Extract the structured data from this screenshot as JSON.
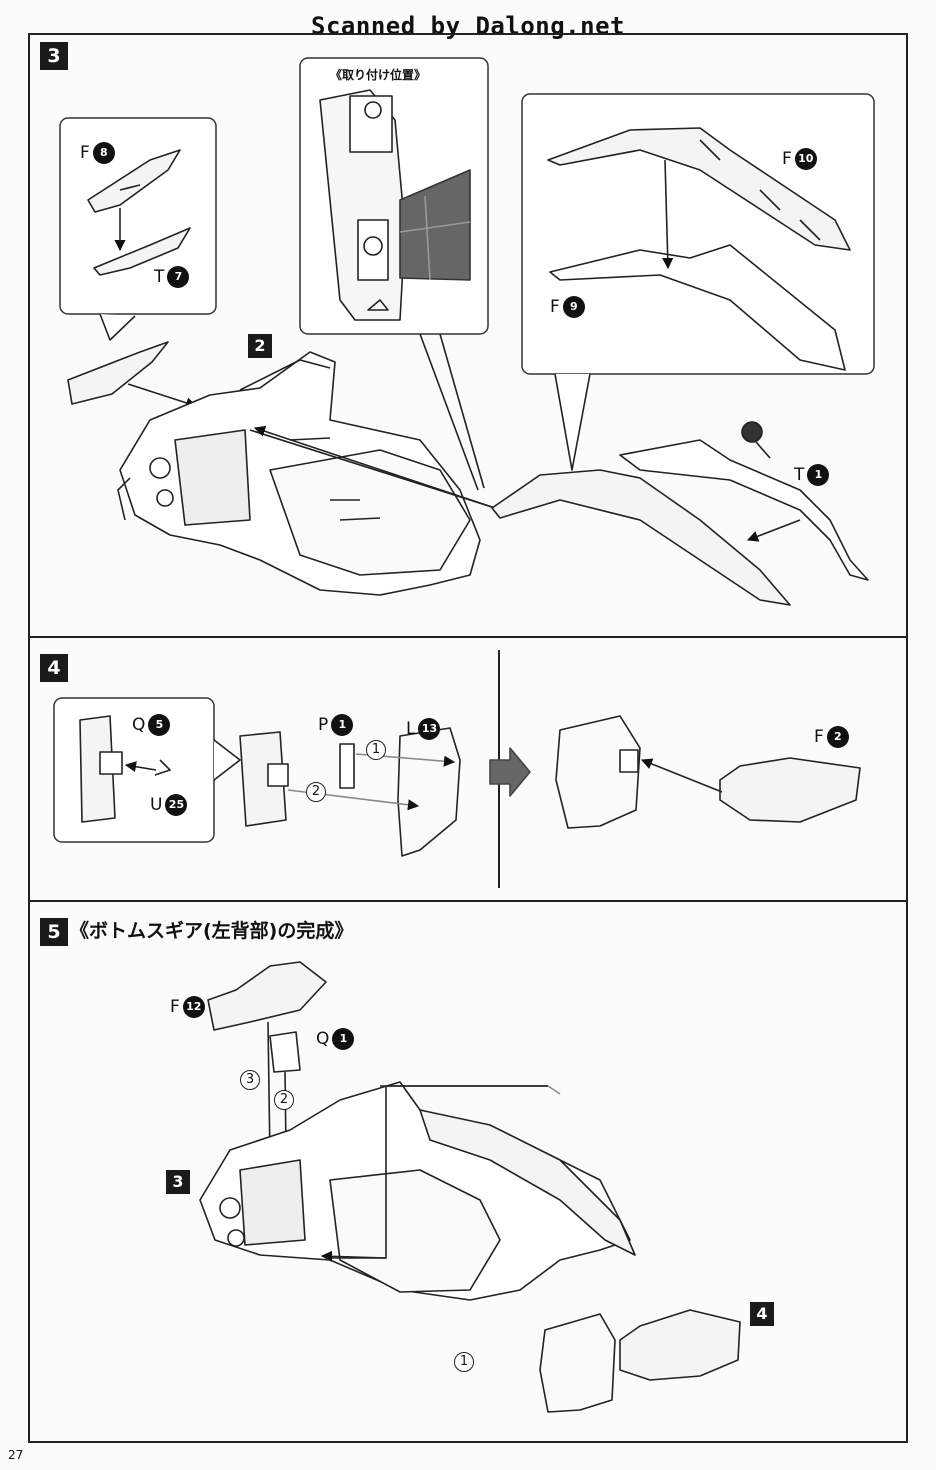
{
  "header": {
    "watermark": "Scanned by Dalong.net"
  },
  "step3": {
    "number": "3",
    "sub_number": "2",
    "inset_caption": "《取り付け位置》",
    "parts": [
      {
        "letter": "F",
        "num": "8"
      },
      {
        "letter": "T",
        "num": "7"
      },
      {
        "letter": "F",
        "num": "10"
      },
      {
        "letter": "F",
        "num": "9"
      },
      {
        "letter": "T",
        "num": "1"
      }
    ]
  },
  "step4": {
    "number": "4",
    "parts": [
      {
        "letter": "Q",
        "num": "5"
      },
      {
        "letter": "U",
        "num": "25"
      },
      {
        "letter": "P",
        "num": "1"
      },
      {
        "letter": "L",
        "num": "13"
      },
      {
        "letter": "F",
        "num": "2"
      }
    ],
    "order_marks": [
      "1",
      "2"
    ]
  },
  "step5": {
    "number": "5",
    "title": "《ボトムスギア(左背部)の完成》",
    "sub_numbers": [
      "3",
      "4"
    ],
    "parts": [
      {
        "letter": "F",
        "num": "12"
      },
      {
        "letter": "Q",
        "num": "1"
      }
    ],
    "order_marks": [
      "3",
      "2",
      "1"
    ]
  },
  "footer": {
    "page_number": "27"
  }
}
